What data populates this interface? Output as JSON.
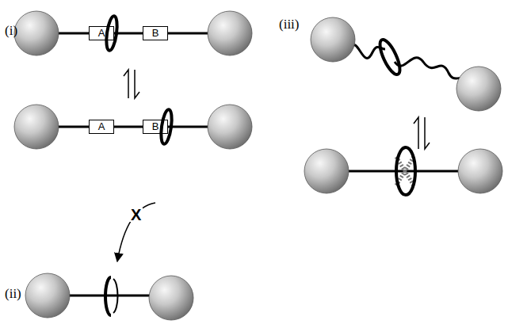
{
  "diagram": {
    "nodes": [
      {
        "text": [
          "A"
        ]
      },
      {
        "text": [
          "B"
        ]
      },
      {
        "text": [
          "A"
        ]
      },
      {
        "text": [
          "B"
        ]
      }
    ],
    "edges": [
      {
        "from": 0,
        "to": 1,
        "arrow": "none"
      },
      {
        "from": 2,
        "to": 3,
        "arrow": "none"
      }
    ],
    "labels": [
      "(i)",
      "(ii)",
      "(iii)",
      "X"
    ]
  }
}
